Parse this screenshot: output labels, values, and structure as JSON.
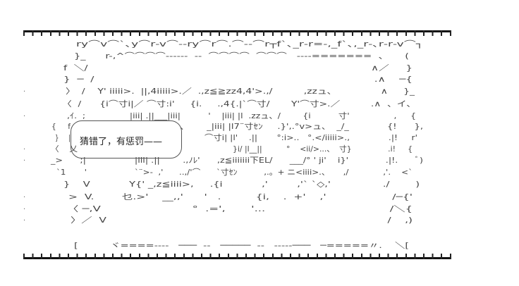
{
  "speech_bubble": {
    "text": "猜错了，有惩罚——"
  },
  "art_lines": [
    "ry⌒v⌒`､y⌒r‐v⌒‐‐ry⌒r⌒.⌒‐‐⌒r┬f`､_r‐r=‐,_f`､,_r‐､r‐r‐v⌒┐",
    "}_      r-,^⌒⌒⌒⌒------  --  ⌒⌒⌒⌒  ⌒⌒⌒   ----=======  、     (",
    "f  ＼/                                                                                     ∧／     }",
    "}  ─  /                                                                                  .∧    ─{",
    "〉  /    Y' iiiii>.  ||,4iiiii>.／  .,z≦≧zz4,4'>.,/          ,zzュ、              ∧     }_",
    "〈  /      {i⌒寸i|／ ⌒寸:i'     {i.     .,4{.|`⌒寸/       Y'⌒寸>.／          .∧  、イ、",
    ",ｲ.  ;                |iii| .||___|iii|          '    |iii| |l  .zzュ、/        {i          寸'                ,     {",
    "{     f",
    "}     |",
    "〈    乂",
    "、      _|iii| |l7¨寸ｾﾝ     .}',.°v>ュ、  _/_             {!      },",
    "⌒寸i| |l'    .||       °:i>..   °.</iiiii>.,              .|!     r'",
    "}i/ |l__||          °    <ii/>...、  寸}               .i!     {",
    "_>      ;|                 |iii| .||        .,ﾉﾚ'      ,z≦iiiiiii下EL/      ___/° ' ji'    i}'             .|!.      ﾞ)",
    "`1       '                  `¨>‐  ,'      ..,/'⌒      `寸ｾﾝ          ,.。+ ニ<iiii>.、     ,/             ,'.    <`",
    "}    V            Y{' _,z≦iiii>,     .{i            ,'         ,'` `◇,'                ./        )",
    ">  V.        乜.>'    __,,'      '   .          {i,    .  +'    ,'                   /─{'",
    "〈 ─,V                         °  .=',       '...                                  /＼{",
    "〉／  V                                                                                  /    ,)",
    "[          ヾ====----   ───  --   ─────  --   -----───   ─=====〃.    ＼["
  ],
  "margin_dots": [
    ".",
    ".",
    ".",
    ".",
    ".",
    ".",
    "."
  ]
}
